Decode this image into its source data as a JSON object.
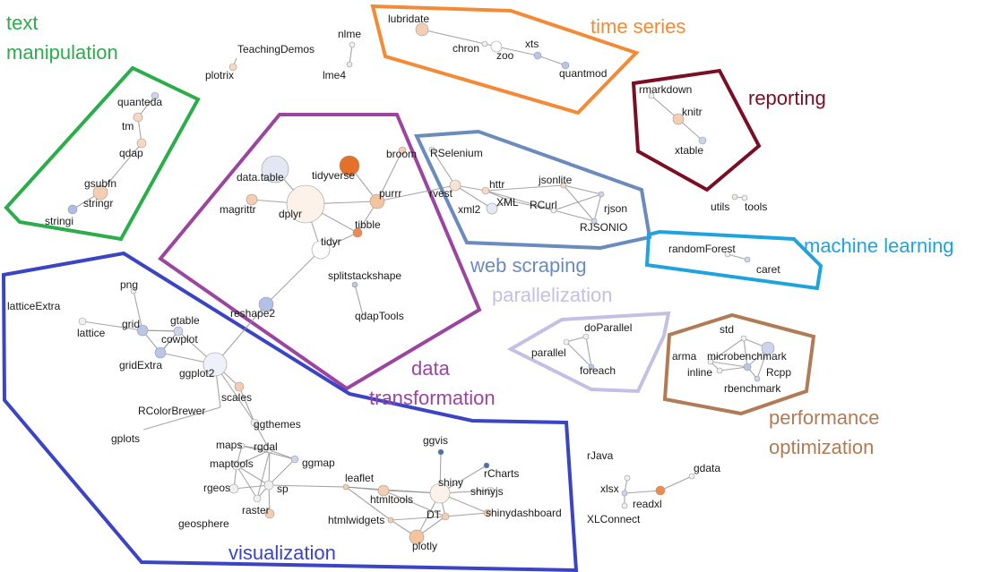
{
  "colors": {
    "background": "#ffffff",
    "text_manipulation": "#2aad4a",
    "time_series": "#f28a36",
    "reporting": "#7a0f24",
    "data_transformation": "#9b44a0",
    "web_scraping": "#6a8bbb",
    "machine_learning": "#1fa3df",
    "visualization": "#3a44c4",
    "parallelization": "#c3c0e4",
    "performance_optimization": "#b07b55"
  },
  "clusters": [
    {
      "id": "text-manipulation",
      "label_lines": [
        "text",
        "manipulation"
      ],
      "color_key": "text_manipulation"
    },
    {
      "id": "time-series",
      "label_lines": [
        "time series"
      ],
      "color_key": "time_series"
    },
    {
      "id": "reporting",
      "label_lines": [
        "reporting"
      ],
      "color_key": "reporting"
    },
    {
      "id": "data-transformation",
      "label_lines": [
        "data",
        "transformation"
      ],
      "color_key": "data_transformation"
    },
    {
      "id": "web-scraping",
      "label_lines": [
        "web scraping"
      ],
      "color_key": "web_scraping"
    },
    {
      "id": "machine-learning",
      "label_lines": [
        "machine learning"
      ],
      "color_key": "machine_learning"
    },
    {
      "id": "visualization",
      "label_lines": [
        "visualization"
      ],
      "color_key": "visualization"
    },
    {
      "id": "parallelization",
      "label_lines": [
        "parallelization"
      ],
      "color_key": "parallelization"
    },
    {
      "id": "performance-optimization",
      "label_lines": [
        "performance",
        "optimization"
      ],
      "color_key": "performance_optimization"
    }
  ],
  "nodes": [
    {
      "id": "quanteda",
      "label": "quanteda",
      "fill": "#ccd4ee"
    },
    {
      "id": "tm",
      "label": "tm",
      "fill": "#f9d8c3"
    },
    {
      "id": "qdap",
      "label": "qdap",
      "fill": "#f9d8c3"
    },
    {
      "id": "gsubfn",
      "label": "gsubfn",
      "fill": "#f9d8c3"
    },
    {
      "id": "stringr",
      "label": "stringr",
      "fill": "#f5cdb0"
    },
    {
      "id": "stringi",
      "label": "stringi",
      "fill": "#aebde6"
    },
    {
      "id": "TeachingDemos",
      "label": "TeachingDemos",
      "fill": "#f9d8c3"
    },
    {
      "id": "plotrix",
      "label": "plotrix",
      "fill": "#f9d8c3"
    },
    {
      "id": "nlme",
      "label": "nlme",
      "fill": "#f0f0f0"
    },
    {
      "id": "lme4",
      "label": "lme4",
      "fill": "#e6e9f4"
    },
    {
      "id": "lubridate",
      "label": "lubridate",
      "fill": "#f5cdb0"
    },
    {
      "id": "chron",
      "label": "chron",
      "fill": "#f0f0f0"
    },
    {
      "id": "zoo",
      "label": "zoo",
      "fill": "#ffffff"
    },
    {
      "id": "xts",
      "label": "xts",
      "fill": "#b9c6e8"
    },
    {
      "id": "quantmod",
      "label": "quantmod",
      "fill": "#b9c6e8"
    },
    {
      "id": "rmarkdown",
      "label": "rmarkdown",
      "fill": "#f0f0f0"
    },
    {
      "id": "knitr",
      "label": "knitr",
      "fill": "#f5cdb0"
    },
    {
      "id": "xtable",
      "label": "xtable",
      "fill": "#ccd4ee"
    },
    {
      "id": "data.table",
      "label": "data.table",
      "fill": "#e3e7f3"
    },
    {
      "id": "tidyverse",
      "label": "tidyverse",
      "fill": "#e5702a"
    },
    {
      "id": "broom",
      "label": "broom",
      "fill": "#f5cdb0"
    },
    {
      "id": "magrittr",
      "label": "magrittr",
      "fill": "#f5cdb0"
    },
    {
      "id": "dplyr",
      "label": "dplyr",
      "fill": "#fdf2ea"
    },
    {
      "id": "purrr",
      "label": "purrr",
      "fill": "#f5c39e"
    },
    {
      "id": "tibble",
      "label": "tibble",
      "fill": "#f08a48"
    },
    {
      "id": "tidyr",
      "label": "tidyr",
      "fill": "#ffffff"
    },
    {
      "id": "splitstackshape",
      "label": "splitstackshape",
      "fill": "#b9c6e8"
    },
    {
      "id": "qdapTools",
      "label": "qdapTools",
      "fill": "#f0f0f0"
    },
    {
      "id": "reshape2",
      "label": "reshape2",
      "fill": "#b3c1e7"
    },
    {
      "id": "RSelenium",
      "label": "RSelenium",
      "fill": "#f0f0f0"
    },
    {
      "id": "rvest",
      "label": "rvest",
      "fill": "#fbe3d2"
    },
    {
      "id": "httr",
      "label": "httr",
      "fill": "#f9d8c3"
    },
    {
      "id": "jsonlite",
      "label": "jsonlite",
      "fill": "#f9d8c3"
    },
    {
      "id": "xml2",
      "label": "xml2",
      "fill": "#e6e9f4"
    },
    {
      "id": "XML",
      "label": "XML",
      "fill": "#f0f0f0"
    },
    {
      "id": "RCurl",
      "label": "RCurl",
      "fill": "#f0f0f0"
    },
    {
      "id": "rjson",
      "label": "rjson",
      "fill": "#ccd4ee"
    },
    {
      "id": "RJSONIO",
      "label": "RJSONIO",
      "fill": "#ccd4ee"
    },
    {
      "id": "utils",
      "label": "utils",
      "fill": "#f9e3d6"
    },
    {
      "id": "tools",
      "label": "tools",
      "fill": "#f0f0f0"
    },
    {
      "id": "randomForest",
      "label": "randomForest",
      "fill": "#f0f0f0"
    },
    {
      "id": "caret",
      "label": "caret",
      "fill": "#ccd4ee"
    },
    {
      "id": "doParallel",
      "label": "doParallel",
      "fill": "#f0f0f0"
    },
    {
      "id": "parallel",
      "label": "parallel",
      "fill": "#f0f0f0"
    },
    {
      "id": "foreach",
      "label": "foreach",
      "fill": "#b9c6e8"
    },
    {
      "id": "std",
      "label": "std",
      "fill": "#f0f0f0"
    },
    {
      "id": "microbenchmark",
      "label": "microbenchmark",
      "fill": "#ccd4ee"
    },
    {
      "id": "arma",
      "label": "arma",
      "fill": "#f0f0f0"
    },
    {
      "id": "inline",
      "label": "inline",
      "fill": "#f0f0f0"
    },
    {
      "id": "Rcpp",
      "label": "Rcpp",
      "fill": "#b9c6e8"
    },
    {
      "id": "rbenchmark",
      "label": "rbenchmark",
      "fill": "#ccd4ee"
    },
    {
      "id": "png",
      "label": "png",
      "fill": "#f0f0f0"
    },
    {
      "id": "latticeExtra",
      "label": "latticeExtra",
      "fill": "#f0f0f0"
    },
    {
      "id": "lattice",
      "label": "lattice",
      "fill": "#b9c6e8"
    },
    {
      "id": "grid",
      "label": "grid",
      "fill": "#b9c6e8"
    },
    {
      "id": "gtable",
      "label": "gtable",
      "fill": "#ccd4ee"
    },
    {
      "id": "cowplot",
      "label": "cowplot",
      "fill": "#f0f0f0"
    },
    {
      "id": "gridExtra",
      "label": "gridExtra",
      "fill": "#b9c6e8"
    },
    {
      "id": "ggplot2",
      "label": "ggplot2",
      "fill": "#eef1f9"
    },
    {
      "id": "scales",
      "label": "scales",
      "fill": "#f5cdb0"
    },
    {
      "id": "RColorBrewer",
      "label": "RColorBrewer",
      "fill": "#f0f0f0"
    },
    {
      "id": "gplots",
      "label": "gplots",
      "fill": "#f0f0f0"
    },
    {
      "id": "ggthemes",
      "label": "ggthemes",
      "fill": "#f0f0f0"
    },
    {
      "id": "maps",
      "label": "maps",
      "fill": "#f0f0f0"
    },
    {
      "id": "rgdal",
      "label": "rgdal",
      "fill": "#f0f0f0"
    },
    {
      "id": "maptools",
      "label": "maptools",
      "fill": "#f0f0f0"
    },
    {
      "id": "ggmap",
      "label": "ggmap",
      "fill": "#ccd4ee"
    },
    {
      "id": "rgeos",
      "label": "rgeos",
      "fill": "#f0f0f0"
    },
    {
      "id": "sp",
      "label": "sp",
      "fill": "#f0f0f0"
    },
    {
      "id": "raster",
      "label": "raster",
      "fill": "#f0f0f0"
    },
    {
      "id": "geosphere",
      "label": "geosphere",
      "fill": "#f5cdb0"
    },
    {
      "id": "leaflet",
      "label": "leaflet",
      "fill": "#f5cdb0"
    },
    {
      "id": "htmltools",
      "label": "htmltools",
      "fill": "#f5cdb0"
    },
    {
      "id": "htmlwidgets",
      "label": "htmlwidgets",
      "fill": "#f5cdb0"
    },
    {
      "id": "ggvis",
      "label": "ggvis",
      "fill": "#4a6db3"
    },
    {
      "id": "rCharts",
      "label": "rCharts",
      "fill": "#4a6db3"
    },
    {
      "id": "shiny",
      "label": "shiny",
      "fill": "#fdf2ea"
    },
    {
      "id": "shinyjs",
      "label": "shinyjs",
      "fill": "#f0f0f0"
    },
    {
      "id": "shinydashboard",
      "label": "shinydashboard",
      "fill": "#f5cdb0"
    },
    {
      "id": "DT",
      "label": "DT",
      "fill": "#f5cdb0"
    },
    {
      "id": "plotly",
      "label": "plotly",
      "fill": "#f5c39e"
    },
    {
      "id": "rJava",
      "label": "rJava",
      "fill": "#f0f0f0"
    },
    {
      "id": "gdata",
      "label": "gdata",
      "fill": "#f0f0f0"
    },
    {
      "id": "xlsx",
      "label": "xlsx",
      "fill": "#ccd4ee"
    },
    {
      "id": "readxl",
      "label": "readxl",
      "fill": "#f08a48"
    },
    {
      "id": "XLConnect",
      "label": "XLConnect",
      "fill": "#f0f0f0"
    }
  ],
  "edges": [
    [
      "quanteda",
      "tm"
    ],
    [
      "tm",
      "qdap"
    ],
    [
      "qdap",
      "gsubfn"
    ],
    [
      "gsubfn",
      "stringr"
    ],
    [
      "stringr",
      "stringi"
    ],
    [
      "TeachingDemos",
      "plotrix"
    ],
    [
      "nlme",
      "lme4"
    ],
    [
      "lubridate",
      "chron"
    ],
    [
      "chron",
      "zoo"
    ],
    [
      "zoo",
      "xts"
    ],
    [
      "xts",
      "quantmod"
    ],
    [
      "rmarkdown",
      "knitr"
    ],
    [
      "knitr",
      "xtable"
    ],
    [
      "dplyr",
      "data.table"
    ],
    [
      "dplyr",
      "magrittr"
    ],
    [
      "dplyr",
      "purrr"
    ],
    [
      "dplyr",
      "tidyr"
    ],
    [
      "dplyr",
      "tibble"
    ],
    [
      "tidyverse",
      "purrr"
    ],
    [
      "broom",
      "purrr"
    ],
    [
      "purrr",
      "tibble"
    ],
    [
      "purrr",
      "rvest"
    ],
    [
      "tibble",
      "tidyr"
    ],
    [
      "tidyr",
      "reshape2"
    ],
    [
      "splitstackshape",
      "qdapTools"
    ],
    [
      "reshape2",
      "ggplot2"
    ],
    [
      "RSelenium",
      "rvest"
    ],
    [
      "rvest",
      "httr"
    ],
    [
      "rvest",
      "xml2"
    ],
    [
      "httr",
      "jsonlite"
    ],
    [
      "httr",
      "XML"
    ],
    [
      "httr",
      "RCurl"
    ],
    [
      "jsonlite",
      "rjson"
    ],
    [
      "XML",
      "RCurl"
    ],
    [
      "XML",
      "xml2"
    ],
    [
      "RCurl",
      "rjson"
    ],
    [
      "RCurl",
      "RJSONIO"
    ],
    [
      "rjson",
      "RJSONIO"
    ],
    [
      "jsonlite",
      "RJSONIO"
    ],
    [
      "utils",
      "tools"
    ],
    [
      "randomForest",
      "caret"
    ],
    [
      "doParallel",
      "foreach"
    ],
    [
      "parallel",
      "foreach"
    ],
    [
      "doParallel",
      "parallel"
    ],
    [
      "std",
      "microbenchmark"
    ],
    [
      "arma",
      "Rcpp"
    ],
    [
      "inline",
      "Rcpp"
    ],
    [
      "microbenchmark",
      "Rcpp"
    ],
    [
      "rbenchmark",
      "Rcpp"
    ],
    [
      "std",
      "Rcpp"
    ],
    [
      "arma",
      "inline"
    ],
    [
      "microbenchmark",
      "rbenchmark"
    ],
    [
      "std",
      "arma"
    ],
    [
      "png",
      "grid"
    ],
    [
      "latticeExtra",
      "lattice"
    ],
    [
      "lattice",
      "grid"
    ],
    [
      "grid",
      "gtable"
    ],
    [
      "grid",
      "gridExtra"
    ],
    [
      "grid",
      "cowplot"
    ],
    [
      "gtable",
      "gridExtra"
    ],
    [
      "cowplot",
      "gridExtra"
    ],
    [
      "gtable",
      "cowplot"
    ],
    [
      "gridExtra",
      "ggplot2"
    ],
    [
      "ggplot2",
      "scales"
    ],
    [
      "ggplot2",
      "cowplot"
    ],
    [
      "scales",
      "ggthemes"
    ],
    [
      "ggplot2",
      "ggthemes"
    ],
    [
      "RColorBrewer",
      "gplots"
    ],
    [
      "ggplot2",
      "RColorBrewer"
    ],
    [
      "maps",
      "rgdal"
    ],
    [
      "maps",
      "maptools"
    ],
    [
      "rgdal",
      "maptools"
    ],
    [
      "rgdal",
      "sp"
    ],
    [
      "maptools",
      "sp"
    ],
    [
      "rgeos",
      "sp"
    ],
    [
      "raster",
      "sp"
    ],
    [
      "ggmap",
      "sp"
    ],
    [
      "ggmap",
      "maps"
    ],
    [
      "ggmap",
      "rgdal"
    ],
    [
      "rgdal",
      "raster"
    ],
    [
      "maptools",
      "rgeos"
    ],
    [
      "geosphere",
      "sp"
    ],
    [
      "maptools",
      "raster"
    ],
    [
      "ggthemes",
      "rgdal"
    ],
    [
      "leaflet",
      "sp"
    ],
    [
      "leaflet",
      "htmltools"
    ],
    [
      "leaflet",
      "htmlwidgets"
    ],
    [
      "leaflet",
      "shiny"
    ],
    [
      "htmltools",
      "shiny"
    ],
    [
      "htmltools",
      "DT"
    ],
    [
      "htmlwidgets",
      "DT"
    ],
    [
      "htmlwidgets",
      "plotly"
    ],
    [
      "shiny",
      "ggvis"
    ],
    [
      "shiny",
      "rCharts"
    ],
    [
      "shiny",
      "shinyjs"
    ],
    [
      "shiny",
      "shinydashboard"
    ],
    [
      "shiny",
      "DT"
    ],
    [
      "DT",
      "plotly"
    ],
    [
      "shiny",
      "plotly"
    ],
    [
      "DT",
      "shinydashboard"
    ],
    [
      "rJava",
      "xlsx"
    ],
    [
      "xlsx",
      "readxl"
    ],
    [
      "readxl",
      "gdata"
    ],
    [
      "xlsx",
      "XLConnect"
    ]
  ]
}
